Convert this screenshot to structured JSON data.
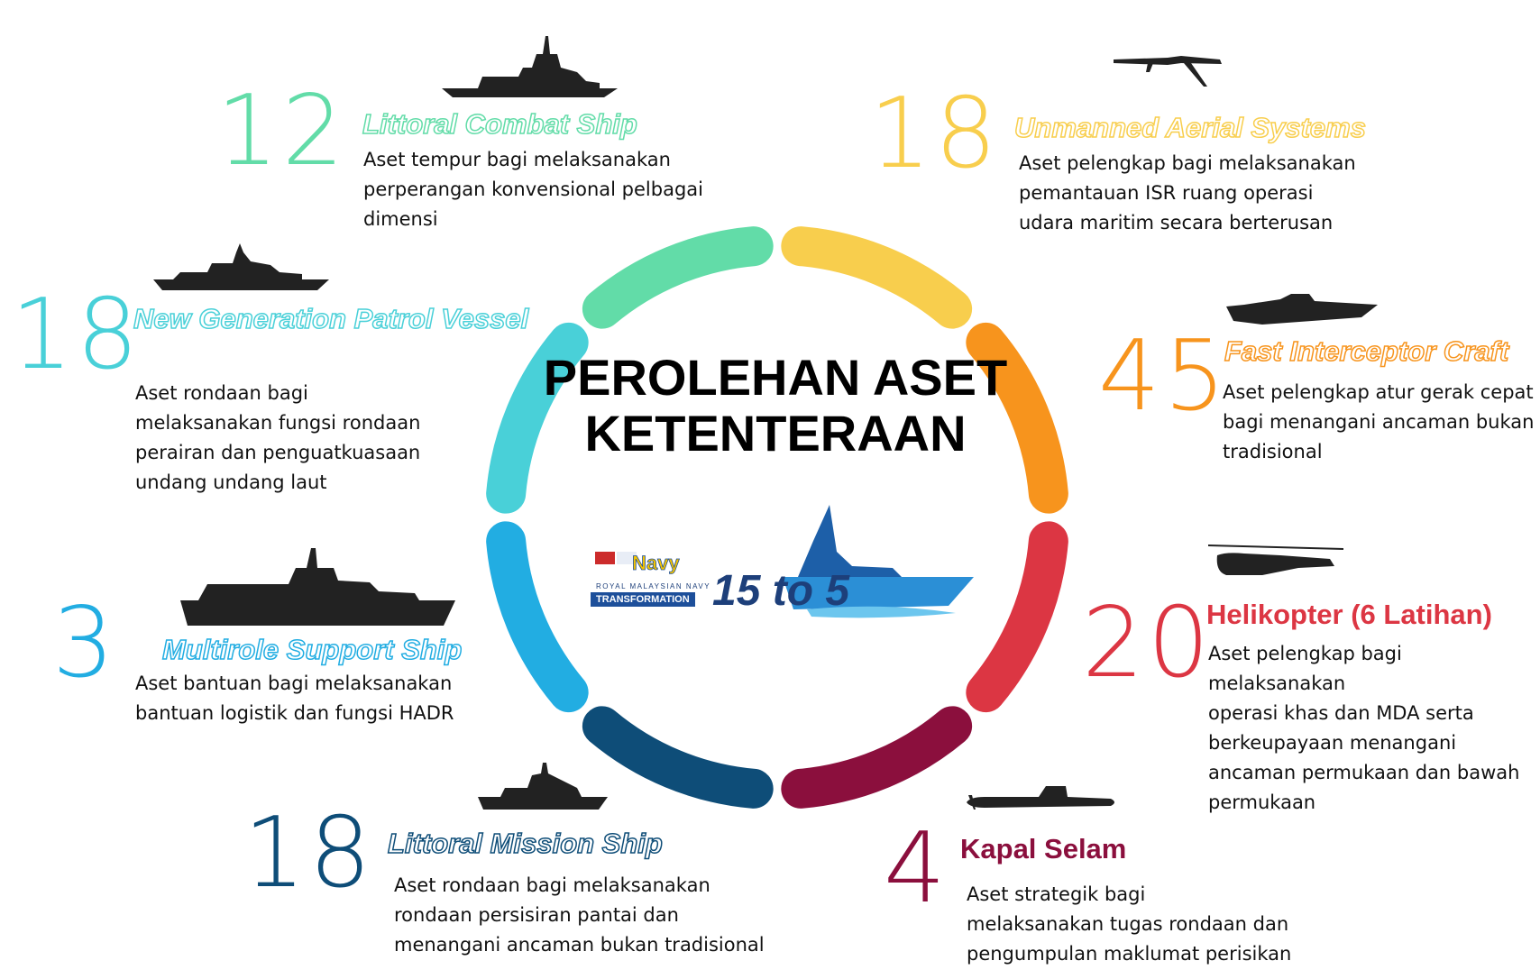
{
  "heading": {
    "line1": "PEROLEHAN ASET",
    "line2": "KETENTERAAN"
  },
  "logo": {
    "navy_label": "Navy",
    "sub_label": "ROYAL MALAYSIAN NAVY",
    "transformation_label": "TRANSFORMATION",
    "program_number": "15 to 5"
  },
  "colors": {
    "lcs": "#62dca8",
    "uas": "#f8ce4d",
    "fic": "#f7941d",
    "heli": "#dc3643",
    "sub": "#8b0f3d",
    "lms": "#0e4d78",
    "mrss": "#22ade2",
    "ngpv": "#49d0d8"
  },
  "assets": [
    {
      "key": "lcs",
      "count": "12",
      "title": "Littoral Combat Ship",
      "icon": "frigate-icon",
      "description": "Aset tempur bagi melaksanakan\nperperangan konvensional pelbagai\ndimensi"
    },
    {
      "key": "uas",
      "count": "18",
      "title": "Unmanned Aerial Systems",
      "icon": "drone-icon",
      "description": "Aset pelengkap bagi melaksanakan\npemantauan ISR ruang operasi\nudara maritim secara berterusan"
    },
    {
      "key": "ngpv",
      "count": "18",
      "title": "New Generation Patrol Vessel",
      "icon": "patrol-vessel-icon",
      "description": "Aset rondaan bagi\nmelaksanakan fungsi rondaan\nperairan dan penguatkuasaan\nundang undang laut"
    },
    {
      "key": "fic",
      "count": "45",
      "title": "Fast Interceptor Craft",
      "icon": "speedboat-icon",
      "description": "Aset pelengkap atur gerak cepat\nbagi menangani ancaman bukan\ntradisional"
    },
    {
      "key": "mrss",
      "count": "3",
      "title": "Multirole Support Ship",
      "icon": "support-ship-icon",
      "description": "Aset bantuan bagi melaksanakan\nbantuan logistik dan fungsi HADR"
    },
    {
      "key": "heli",
      "count": "20",
      "title": "Helikopter (6 Latihan)",
      "icon": "helicopter-icon",
      "description": "Aset pelengkap bagi melaksanakan\noperasi khas dan MDA serta\nberkeupayaan menangani\nancaman permukaan dan bawah\npermukaan"
    },
    {
      "key": "lms",
      "count": "18",
      "title": "Littoral Mission Ship",
      "icon": "mission-ship-icon",
      "description": "Aset rondaan bagi melaksanakan\nrondaan persisiran pantai dan\nmenangani ancaman bukan tradisional"
    },
    {
      "key": "sub",
      "count": "4",
      "title": "Kapal Selam",
      "icon": "submarine-icon",
      "description": "Aset strategik bagi\nmelaksanakan tugas rondaan dan\npengumpulan maklumat perisikan"
    }
  ]
}
